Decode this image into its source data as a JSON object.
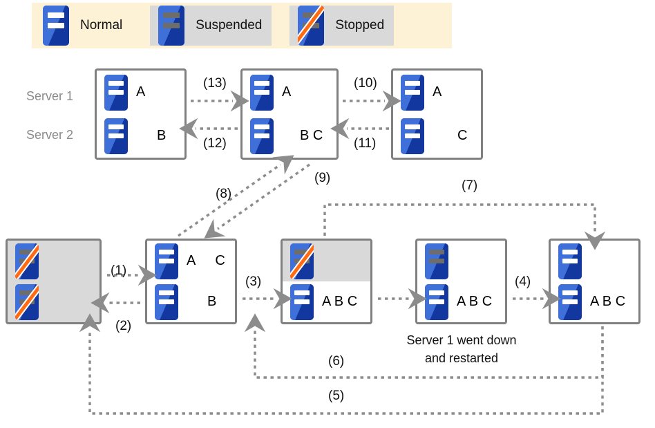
{
  "legend": {
    "items": [
      {
        "label": "Normal",
        "icon": "server-normal-icon",
        "state": "normal",
        "shaded": false
      },
      {
        "label": "Suspended",
        "icon": "server-suspended-icon",
        "state": "suspended",
        "shaded": true
      },
      {
        "label": "Stopped",
        "icon": "server-stopped-icon",
        "state": "stopped",
        "shaded": true
      }
    ],
    "background_color": "#fdf1d6",
    "shade_color": "#d9d9d9"
  },
  "row_labels": {
    "server1": "Server 1",
    "server2": "Server 2"
  },
  "top_row": {
    "boxes": [
      {
        "id": "top-box-1",
        "server1": {
          "state": "normal",
          "text": "A"
        },
        "server2": {
          "state": "normal",
          "text": "B"
        },
        "background": "white"
      },
      {
        "id": "top-box-2",
        "server1": {
          "state": "normal",
          "text": "A"
        },
        "server2": {
          "state": "normal",
          "text": "B  C"
        },
        "background": "white"
      },
      {
        "id": "top-box-3",
        "server1": {
          "state": "normal",
          "text": "A"
        },
        "server2": {
          "state": "normal",
          "text": "C"
        },
        "background": "white"
      }
    ]
  },
  "bottom_row": {
    "boxes": [
      {
        "id": "bottom-box-1",
        "server1": {
          "state": "stopped",
          "text": ""
        },
        "server2": {
          "state": "stopped",
          "text": ""
        },
        "background": "gray"
      },
      {
        "id": "bottom-box-2",
        "server1": {
          "state": "normal",
          "text": "A"
        },
        "server1_extra": "C",
        "server2": {
          "state": "normal",
          "text": "B"
        },
        "background": "white"
      },
      {
        "id": "bottom-box-3",
        "server1": {
          "state": "stopped",
          "text": ""
        },
        "server2": {
          "state": "normal",
          "text": "A B C"
        },
        "background": "half-gray-top"
      },
      {
        "id": "bottom-box-4",
        "server1": {
          "state": "suspended",
          "text": ""
        },
        "server2": {
          "state": "normal",
          "text": "A B C"
        },
        "background": "white"
      },
      {
        "id": "bottom-box-5",
        "server1": {
          "state": "normal",
          "text": ""
        },
        "server2": {
          "state": "normal",
          "text": "A B C"
        },
        "background": "white"
      }
    ]
  },
  "transitions": {
    "t1": "(1)",
    "t2": "(2)",
    "t3": "(3)",
    "t4": "(4)",
    "t5": "(5)",
    "t6": "(6)",
    "t7": "(7)",
    "t8": "(8)",
    "t9": "(9)",
    "t10": "(10)",
    "t11": "(11)",
    "t12": "(12)",
    "t13": "(13)"
  },
  "annotations": {
    "server1_down_line1": "Server 1 went down",
    "server1_down_line2": "and restarted"
  },
  "colors": {
    "server_blue_light": "#3f6fd8",
    "server_blue_dark": "#12379f",
    "stopped_slash": "#ff6a13",
    "suspended_bar": "#6d6d6d",
    "box_border": "#808080",
    "gray_fill": "#d9d9d9",
    "legend_bg": "#fdf1d6",
    "label_gray": "#8a8a8a",
    "arrow_gray": "#8c8c8c"
  }
}
